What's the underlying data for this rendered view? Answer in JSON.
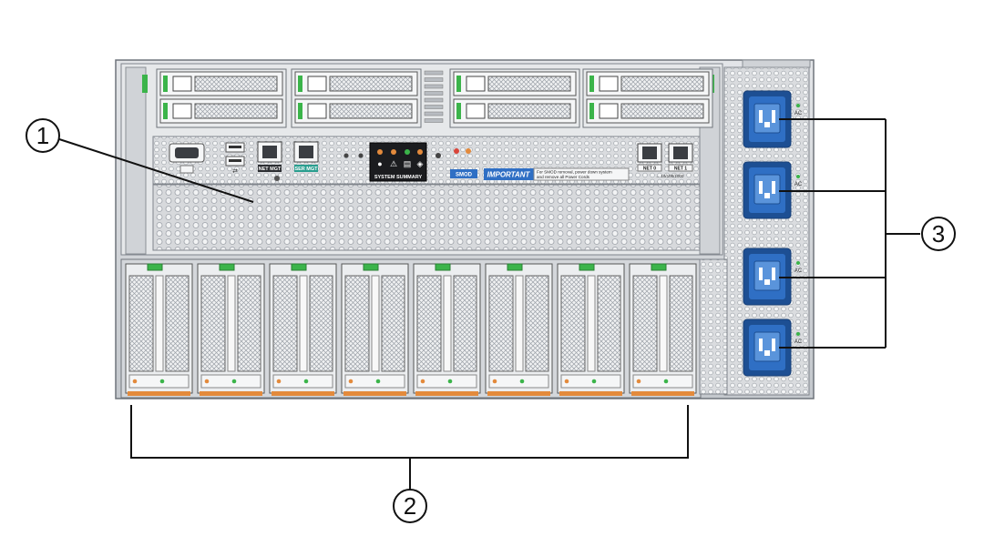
{
  "callouts": [
    {
      "id": "1",
      "label": "1"
    },
    {
      "id": "2",
      "label": "2"
    },
    {
      "id": "3",
      "label": "3"
    }
  ],
  "ports": {
    "net_mgt": "NET MGT",
    "ser_mgt": "SER MGT",
    "net0": "NET 0",
    "net1": "NET 1",
    "net_speed": "← 10/100/1000",
    "sys_summary": "SYSTEM SUMMARY",
    "smod": "SMOD"
  },
  "notice": {
    "title": "IMPORTANT",
    "text_line1": "For SMOD removal, power down system",
    "text_line2": "and remove all Power Cords"
  },
  "power": {
    "ac_label": "AC",
    "count": 4
  },
  "counts": {
    "drive_slots": 8,
    "cpu_modules": 8,
    "fan_slots": 8
  },
  "colors": {
    "chassis": "#c9ccd1",
    "chassis_dark": "#8f949b",
    "power_blue": "#2f6fc4",
    "power_blue_dark": "#1d4f93",
    "latch_green": "#3bb44a",
    "orange": "#e38a3c",
    "notice_blue": "#2f6fc4"
  }
}
